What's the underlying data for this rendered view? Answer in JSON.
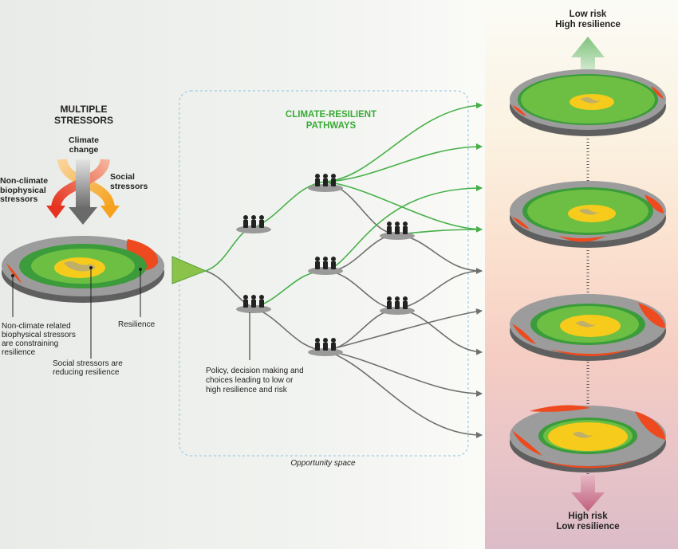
{
  "stressors": {
    "title_line1": "MULTIPLE",
    "title_line2": "STRESSORS",
    "climate_line1": "Climate",
    "climate_line2": "change",
    "social_line1": "Social",
    "social_line2": "stressors",
    "nonclimate_line1": "Non-climate",
    "nonclimate_line2": "biophysical",
    "nonclimate_line3": "stressors"
  },
  "callouts": {
    "nonclimate_line1": "Non-climate related",
    "nonclimate_line2": "biophysical stressors",
    "nonclimate_line3": "are constraining",
    "nonclimate_line4": "resilience",
    "social_line1": "Social stressors are",
    "social_line2": "reducing resilience",
    "resilience": "Resilience"
  },
  "pathways": {
    "title_line1": "CLIMATE-RESILIENT",
    "title_line2": "PATHWAYS",
    "policy_line1": "Policy, decision making and",
    "policy_line2": "choices leading to low or",
    "policy_line3": "high resilience and risk",
    "opportunity": "Opportunity space"
  },
  "scale": {
    "top_line1": "Low risk",
    "top_line2": "High resilience",
    "bottom_line1": "High risk",
    "bottom_line2": "Low resilience"
  },
  "colors": {
    "green_path": "#46b048",
    "grey_path": "#6f6f6f",
    "land_green": "#6cbf43",
    "land_dark_green": "#3c9b3a",
    "core_yellow": "#f6cb1c",
    "stress_red": "#ee4a1f",
    "disc_grey": "#9c9c9c",
    "arrow_orange": "#f6a21e",
    "arrow_red": "#e6321e",
    "top_arrow": "#8cc98a",
    "bottom_arrow": "#c5708a"
  },
  "icons": [
    "people-group-icon",
    "globe-disc-icon",
    "arrow-icon"
  ]
}
